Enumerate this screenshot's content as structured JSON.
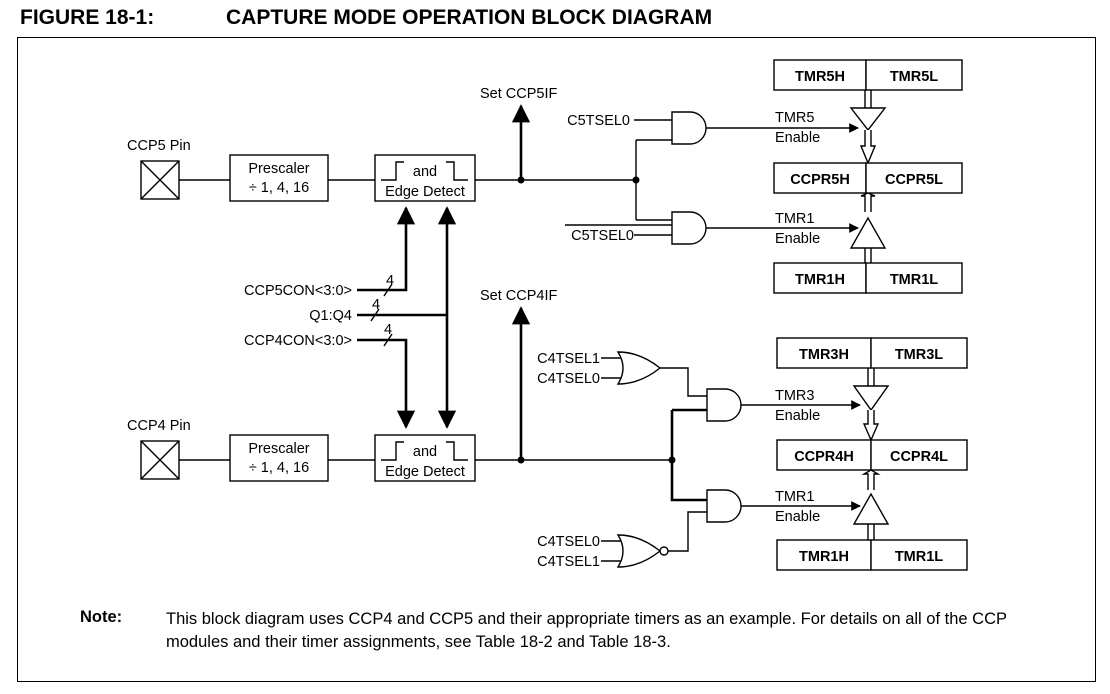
{
  "figure": {
    "number": "FIGURE 18-1:",
    "title": "CAPTURE MODE OPERATION BLOCK DIAGRAM"
  },
  "diagram": {
    "ccp5_pin": "CCP5 Pin",
    "ccp4_pin": "CCP4 Pin",
    "prescaler_line1": "Prescaler",
    "prescaler_line2": "÷ 1, 4, 16",
    "edge_and": "and",
    "edge_detect": "Edge Detect",
    "set_ccp5if": "Set CCP5IF",
    "set_ccp4if": "Set CCP4IF",
    "ccp5con": "CCP5CON<3:0>",
    "q1q4": "Q1:Q4",
    "ccp4con": "CCP4CON<3:0>",
    "bus_width": "4",
    "c5tsel0": "C5TSEL0",
    "c4tsel1": "C4TSEL1",
    "c4tsel0": "C4TSEL0",
    "tmr5": "TMR5",
    "tmr3": "TMR3",
    "tmr1": "TMR1",
    "enable": "Enable",
    "tmr5h": "TMR5H",
    "tmr5l": "TMR5L",
    "ccpr5h": "CCPR5H",
    "ccpr5l": "CCPR5L",
    "tmr1h": "TMR1H",
    "tmr1l": "TMR1L",
    "tmr3h": "TMR3H",
    "tmr3l": "TMR3L",
    "ccpr4h": "CCPR4H",
    "ccpr4l": "CCPR4L"
  },
  "note": {
    "label": "Note:",
    "text": "This block diagram uses CCP4 and CCP5 and their appropriate timers as an example. For details on all of the CCP modules and their timer assignments, see Table 18-2 and Table 18-3."
  }
}
